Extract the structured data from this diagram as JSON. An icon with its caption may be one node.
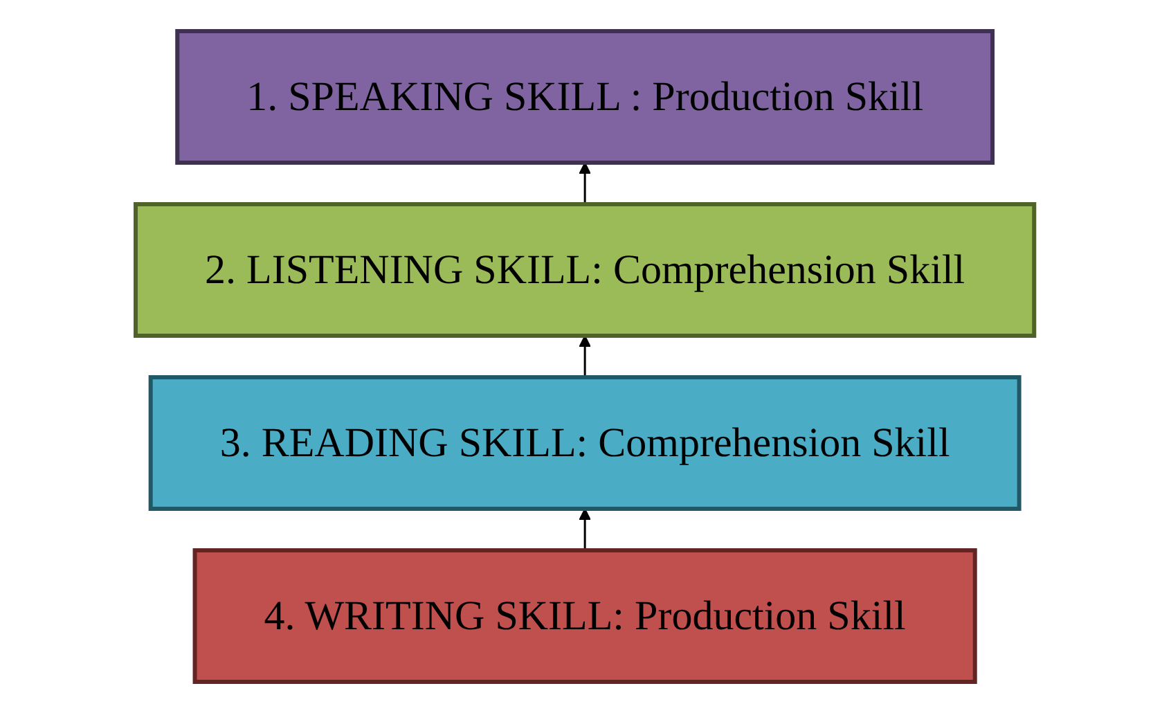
{
  "diagram": {
    "nodes": [
      {
        "text": [
          "1. SPEAKING SKILL : Production Skill"
        ]
      },
      {
        "text": [
          "2. LISTENING SKILL: Comprehension Skill"
        ]
      },
      {
        "text": [
          "3. READING SKILL: Comprehension Skill"
        ]
      },
      {
        "text": [
          "4. WRITING SKILL: Production Skill"
        ]
      }
    ],
    "edges": [
      {
        "from": 3,
        "to": 2,
        "arrow": "to"
      },
      {
        "from": 2,
        "to": 1,
        "arrow": "to"
      },
      {
        "from": 1,
        "to": 0,
        "arrow": "to"
      }
    ]
  }
}
